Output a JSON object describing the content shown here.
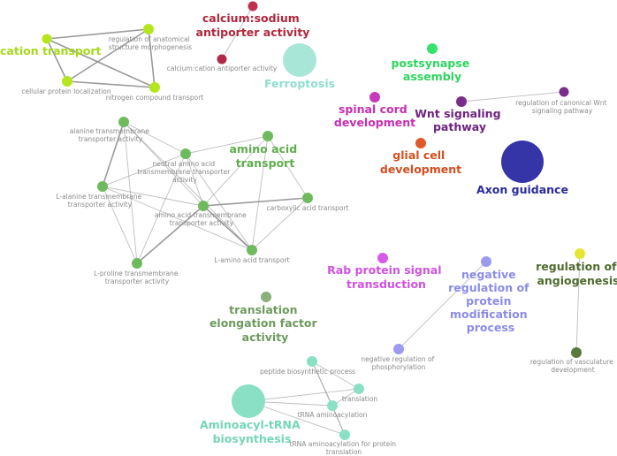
{
  "nodes": [
    {
      "id": "cation-transport-hub",
      "color": "#b5e61d"
    },
    {
      "id": "reg-anatomical",
      "color": "#b5e61d"
    },
    {
      "id": "cellular-protein-localization",
      "color": "#b5e61d"
    },
    {
      "id": "nitrogen-compound-transport",
      "color": "#b5e61d"
    },
    {
      "id": "calcium-sodium-hub",
      "color": "#c0304c"
    },
    {
      "id": "calcium-cation-antiporter",
      "color": "#b02a48"
    },
    {
      "id": "ferroptosis-node",
      "color": "#a8e6d8"
    },
    {
      "id": "postsynapse-assembly-node",
      "color": "#33e36b"
    },
    {
      "id": "spinal-cord-node",
      "color": "#c63bb8"
    },
    {
      "id": "wnt-signaling-node",
      "color": "#7a2c8a"
    },
    {
      "id": "reg-canonical-wnt",
      "color": "#7a2c8a"
    },
    {
      "id": "glial-cell-node",
      "color": "#de5a2a"
    },
    {
      "id": "axon-guidance-node",
      "color": "#3535a8"
    },
    {
      "id": "alanine-transmembrane",
      "color": "#6fba5e"
    },
    {
      "id": "amino-acid-transport-hub",
      "color": "#6fba5e"
    },
    {
      "id": "neutral-amino-acid",
      "color": "#6fba5e"
    },
    {
      "id": "l-alanine",
      "color": "#6fba5e"
    },
    {
      "id": "amino-acid-transmembrane",
      "color": "#6fba5e"
    },
    {
      "id": "carboxylic-acid",
      "color": "#6fba5e"
    },
    {
      "id": "l-amino-acid",
      "color": "#6fba5e"
    },
    {
      "id": "l-proline",
      "color": "#6fba5e"
    },
    {
      "id": "translation-elongation-node",
      "color": "#8ab07c"
    },
    {
      "id": "rab-protein-node",
      "color": "#d65ae6"
    },
    {
      "id": "neg-reg-protein-mod-node",
      "color": "#9a9af0"
    },
    {
      "id": "neg-reg-phosphorylation",
      "color": "#9a9af0"
    },
    {
      "id": "reg-angiogenesis-node",
      "color": "#e6e633"
    },
    {
      "id": "reg-vasculature",
      "color": "#5a7a3c"
    },
    {
      "id": "aminoacyl-trna-node",
      "color": "#8ae0c4"
    },
    {
      "id": "peptide-biosynthetic",
      "color": "#8ae0c4"
    },
    {
      "id": "translation",
      "color": "#8ae0c4"
    },
    {
      "id": "trna-aminoacylation",
      "color": "#8ae0c4"
    },
    {
      "id": "trna-aminoacylation-protein",
      "color": "#8ae0c4"
    }
  ],
  "edges": [
    [
      "cation-transport-hub",
      "reg-anatomical"
    ],
    [
      "cation-transport-hub",
      "cellular-protein-localization"
    ],
    [
      "cation-transport-hub",
      "nitrogen-compound-transport"
    ],
    [
      "reg-anatomical",
      "cellular-protein-localization"
    ],
    [
      "reg-anatomical",
      "nitrogen-compound-transport"
    ],
    [
      "cellular-protein-localization",
      "nitrogen-compound-transport"
    ],
    [
      "calcium-sodium-hub",
      "calcium-cation-antiporter"
    ],
    [
      "wnt-signaling-node",
      "reg-canonical-wnt"
    ],
    [
      "alanine-transmembrane",
      "neutral-amino-acid"
    ],
    [
      "alanine-transmembrane",
      "l-alanine"
    ],
    [
      "alanine-transmembrane",
      "amino-acid-transmembrane"
    ],
    [
      "alanine-transmembrane",
      "l-amino-acid"
    ],
    [
      "alanine-transmembrane",
      "l-proline"
    ],
    [
      "amino-acid-transport-hub",
      "neutral-amino-acid"
    ],
    [
      "amino-acid-transport-hub",
      "amino-acid-transmembrane"
    ],
    [
      "amino-acid-transport-hub",
      "carboxylic-acid"
    ],
    [
      "amino-acid-transport-hub",
      "l-amino-acid"
    ],
    [
      "neutral-amino-acid",
      "l-alanine"
    ],
    [
      "neutral-amino-acid",
      "amino-acid-transmembrane"
    ],
    [
      "neutral-amino-acid",
      "l-amino-acid"
    ],
    [
      "neutral-amino-acid",
      "l-proline"
    ],
    [
      "l-alanine",
      "amino-acid-transmembrane"
    ],
    [
      "l-alanine",
      "l-amino-acid"
    ],
    [
      "l-alanine",
      "l-proline"
    ],
    [
      "amino-acid-transmembrane",
      "carboxylic-acid"
    ],
    [
      "amino-acid-transmembrane",
      "l-amino-acid"
    ],
    [
      "amino-acid-transmembrane",
      "l-proline"
    ],
    [
      "carboxylic-acid",
      "l-amino-acid"
    ],
    [
      "neg-reg-protein-mod-node",
      "neg-reg-phosphorylation"
    ],
    [
      "reg-angiogenesis-node",
      "reg-vasculature"
    ],
    [
      "aminoacyl-trna-node",
      "trna-aminoacylation"
    ],
    [
      "aminoacyl-trna-node",
      "translation"
    ],
    [
      "aminoacyl-trna-node",
      "trna-aminoacylation-protein"
    ],
    [
      "peptide-biosynthetic",
      "translation"
    ],
    [
      "peptide-biosynthetic",
      "trna-aminoacylation"
    ],
    [
      "peptide-biosynthetic",
      "trna-aminoacylation-protein"
    ],
    [
      "translation",
      "trna-aminoacylation"
    ],
    [
      "trna-aminoacylation",
      "trna-aminoacylation-protein"
    ]
  ],
  "labels": {
    "cation_transport": "cation transport",
    "reg_anatomical": [
      "regulation of anatomical",
      "structure morphogenesis"
    ],
    "cellular_protein_localization": "cellular protein localization",
    "nitrogen_compound_transport": "nitrogen compound transport",
    "calcium_sodium": [
      "calcium:sodium",
      "antiporter activity"
    ],
    "calcium_cation_antiporter": "calcium:cation antiporter activity",
    "ferroptosis": "Ferroptosis",
    "postsynapse_assembly": [
      "postsynapse",
      "assembly"
    ],
    "spinal_cord": [
      "spinal cord",
      "development"
    ],
    "wnt_signaling": [
      "Wnt signaling",
      "pathway"
    ],
    "reg_canonical_wnt": [
      "regulation of canonical Wnt",
      "signaling pathway"
    ],
    "glial_cell": [
      "glial cell",
      "development"
    ],
    "axon_guidance": "Axon guidance",
    "alanine_transmembrane": [
      "alanine transmembrane",
      "transporter activity"
    ],
    "amino_acid_transport": [
      "amino acid",
      "transport"
    ],
    "neutral_amino_acid": [
      "neutral amino acid",
      "transmembrane transporter",
      "activity"
    ],
    "l_alanine": [
      "L-alanine transmembrane",
      "transporter activity"
    ],
    "amino_acid_transmembrane": [
      "amino acid transmembrane",
      "transporter activity"
    ],
    "carboxylic_acid": "carboxylic acid transport",
    "l_amino_acid": "L-amino acid transport",
    "l_proline": [
      "L-proline transmembrane",
      "transporter activity"
    ],
    "translation_elongation": [
      "translation",
      "elongation factor",
      "activity"
    ],
    "rab_protein": [
      "Rab protein signal",
      "transduction"
    ],
    "neg_reg_protein_mod": [
      "negative",
      "regulation of",
      "protein",
      "modification",
      "process"
    ],
    "neg_reg_phosphorylation": [
      "negative regulation of",
      "phosphorylation"
    ],
    "reg_angiogenesis": [
      "regulation of",
      "angiogenesis"
    ],
    "reg_vasculature": [
      "regulation of vasculature",
      "development"
    ],
    "peptide_biosynthetic": "peptide biosynthetic process",
    "translation": "translation",
    "trna_aminoacylation": "tRNA aminoacylation",
    "trna_aminoacylation_protein": [
      "tRNA aminoacylation for protein",
      "translation"
    ],
    "aminoacyl_trna": [
      "Aminoacyl-tRNA",
      "biosynthesis"
    ]
  },
  "label_colors": {
    "cation_transport": "#a6d91a",
    "calcium_sodium": "#b0283e",
    "ferroptosis": "#8fded0",
    "postsynapse_assembly": "#2ed65e",
    "spinal_cord": "#c530b0",
    "wnt_signaling": "#6e2280",
    "glial_cell": "#d44e20",
    "axon_guidance": "#2a2a9a",
    "amino_acid_transport": "#5fae4e",
    "translation_elongation": "#6e9a5e",
    "rab_protein": "#cf52e0",
    "neg_reg_protein_mod": "#8c8ce8",
    "reg_angiogenesis": "#4e6a2e",
    "aminoacyl_trna": "#74d6b4"
  }
}
